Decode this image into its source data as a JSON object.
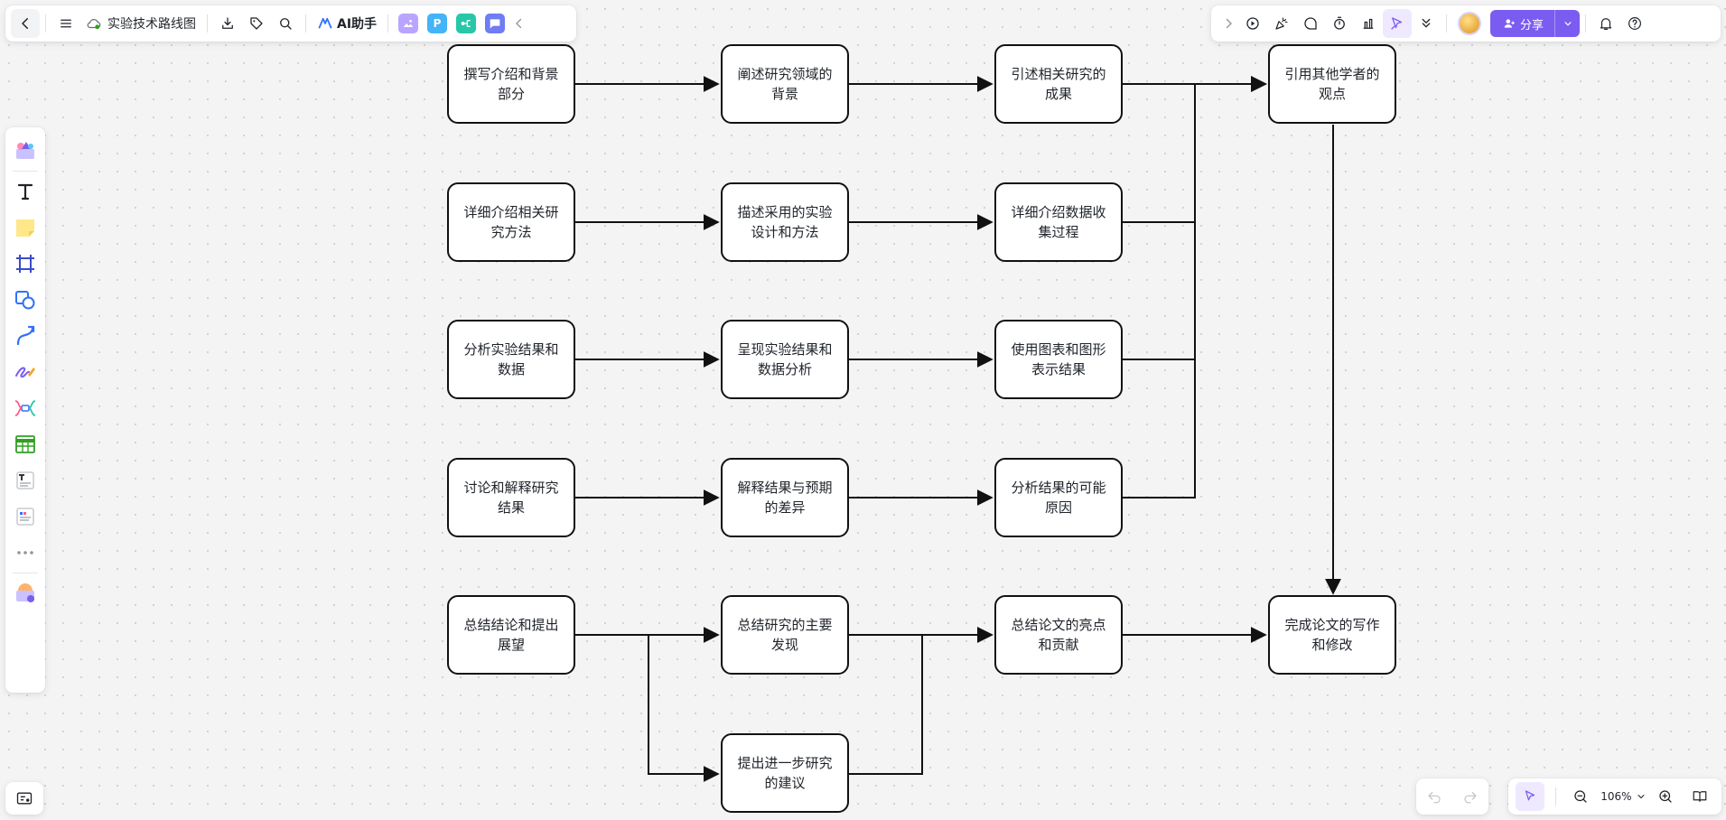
{
  "toolbar": {
    "doc_title": "实验技术路线图",
    "ai_label": "AI助手",
    "share_label": "分享",
    "plugin_p_label": "P"
  },
  "zoom": {
    "level": "106%"
  },
  "colors": {
    "accent": "#7b5cf0",
    "cloud_ok": "#2ea121"
  },
  "icons": {
    "top_left": [
      "back-icon",
      "menu-icon",
      "cloud-sync-icon",
      "download-icon",
      "tag-icon",
      "search-icon",
      "ai-logo-icon"
    ],
    "top_right": [
      "chevron-right-icon",
      "play-icon",
      "celebrate-icon",
      "comment-icon",
      "timer-icon",
      "vote-icon",
      "laser-pointer-icon",
      "double-chevron-down-icon",
      "bell-icon",
      "help-icon"
    ],
    "left_tools": [
      "templates-icon",
      "text-icon",
      "sticky-note-icon",
      "frame-icon",
      "shape-icon",
      "connector-icon",
      "pen-icon",
      "mindmap-icon",
      "table-icon",
      "text-card-icon",
      "list-card-icon",
      "more-icon",
      "plugin-icon"
    ]
  },
  "diagram": {
    "nodes": [
      {
        "id": "n1",
        "text": "撰写介绍和背景部分"
      },
      {
        "id": "n2",
        "text": "阐述研究领域的背景"
      },
      {
        "id": "n3",
        "text": "引述相关研究的成果"
      },
      {
        "id": "n4",
        "text": "引用其他学者的观点"
      },
      {
        "id": "n5",
        "text": "详细介绍相关研究方法"
      },
      {
        "id": "n6",
        "text": "描述采用的实验设计和方法"
      },
      {
        "id": "n7",
        "text": "详细介绍数据收集过程"
      },
      {
        "id": "n8",
        "text": "分析实验结果和数据"
      },
      {
        "id": "n9",
        "text": "呈现实验结果和数据分析"
      },
      {
        "id": "n10",
        "text": "使用图表和图形表示结果"
      },
      {
        "id": "n11",
        "text": "讨论和解释研究结果"
      },
      {
        "id": "n12",
        "text": "解释结果与预期的差异"
      },
      {
        "id": "n13",
        "text": "分析结果的可能原因"
      },
      {
        "id": "n14",
        "text": "总结结论和提出展望"
      },
      {
        "id": "n15",
        "text": "总结研究的主要发现"
      },
      {
        "id": "n16",
        "text": "总结论文的亮点和贡献"
      },
      {
        "id": "n17",
        "text": "完成论文的写作和修改"
      },
      {
        "id": "n18",
        "text": "提出进一步研究的建议"
      }
    ]
  }
}
